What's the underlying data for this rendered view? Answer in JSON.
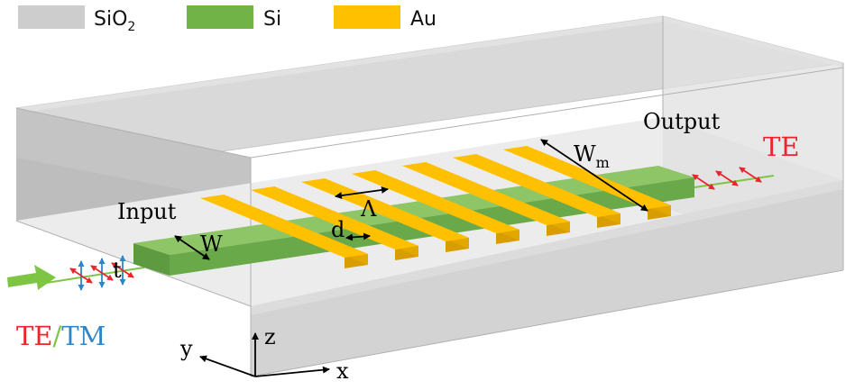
{
  "legend": {
    "items": [
      {
        "label": "SiO",
        "sub": "2",
        "color": "#cdcdcd"
      },
      {
        "label": "Si",
        "sub": "",
        "color": "#72b347"
      },
      {
        "label": "Au",
        "sub": "",
        "color": "#ffc000"
      }
    ]
  },
  "labels": {
    "input": "Input",
    "output": "Output",
    "te_out": "TE",
    "te_in": "TE",
    "slash": "/",
    "tm_in": "TM",
    "width_w": "W",
    "thickness_t": "t",
    "gap_d": "d",
    "period": "Λ",
    "metal_width": "W",
    "metal_width_sub": "m"
  },
  "axes": {
    "z": "z",
    "y": "y",
    "x": "x"
  },
  "colors": {
    "silica": "#d2d2d2",
    "silicon": "#72b347",
    "gold": "#ffc000",
    "te_red": "#e8262b",
    "tm_blue": "#2e86c9",
    "arrow_green": "#7ec544"
  }
}
